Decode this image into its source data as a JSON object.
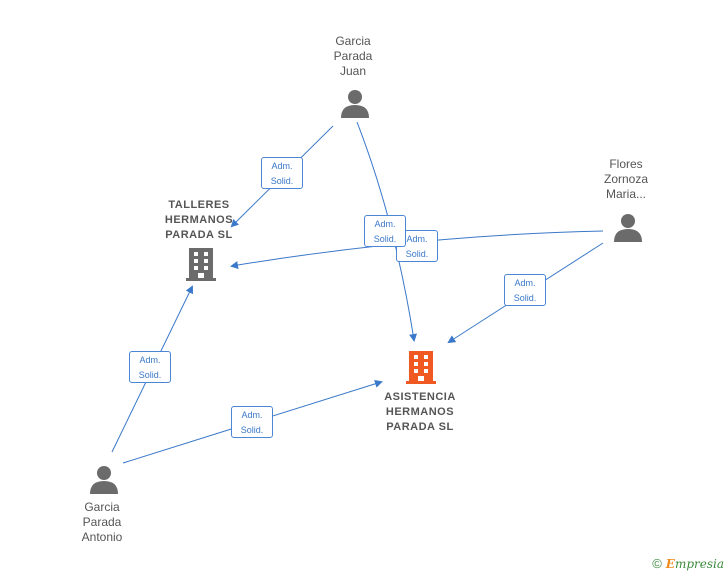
{
  "nodes": {
    "garcia_juan": {
      "lines": [
        "Garcia",
        "Parada",
        "Juan"
      ],
      "type": "person"
    },
    "flores_zornoza": {
      "lines": [
        "Flores",
        "Zornoza",
        "Maria..."
      ],
      "type": "person"
    },
    "garcia_antonio": {
      "lines": [
        "Garcia",
        "Parada",
        "Antonio"
      ],
      "type": "person"
    },
    "talleres": {
      "lines": [
        "TALLERES",
        "HERMANOS",
        "PARADA SL"
      ],
      "type": "company"
    },
    "asistencia": {
      "lines": [
        "ASISTENCIA",
        "HERMANOS",
        "PARADA  SL"
      ],
      "type": "company-main"
    }
  },
  "edge_label": {
    "line1": "Adm.",
    "line2": "Solid."
  },
  "colors": {
    "edge": "#3a78c9",
    "person": "#6b6b6b",
    "company": "#6b6b6b",
    "main_company": "#f05a22"
  },
  "brand": {
    "copyright": "©",
    "e": "E",
    "rest": "mpresia"
  }
}
